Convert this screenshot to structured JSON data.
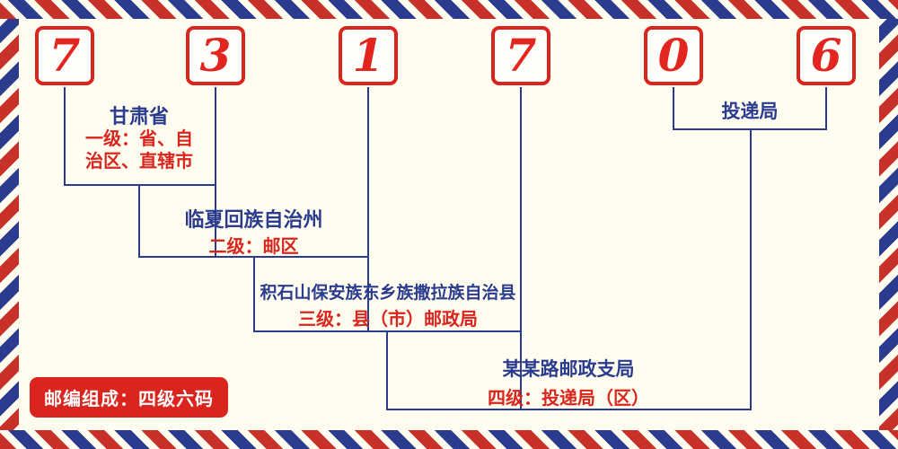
{
  "postal_code": {
    "digits": [
      "7",
      "3",
      "1",
      "7",
      "0",
      "6"
    ]
  },
  "levels": [
    {
      "name": "甘肃省",
      "description": "一级：省、自治区、直辖市"
    },
    {
      "name": "临夏回族自治州",
      "description": "二级：邮区"
    },
    {
      "name": "积石山保安族东乡族撒拉族自治县",
      "description": "三级：县（市）邮政局"
    },
    {
      "name": "某某路邮政支局",
      "description": "四级：投递局（区）"
    },
    {
      "name": "投递局"
    }
  ],
  "footer": {
    "composition": "邮编组成：四级六码"
  },
  "colors": {
    "red": "#d9251d",
    "blue": "#2b3c8e",
    "background": "#fffdf0"
  }
}
